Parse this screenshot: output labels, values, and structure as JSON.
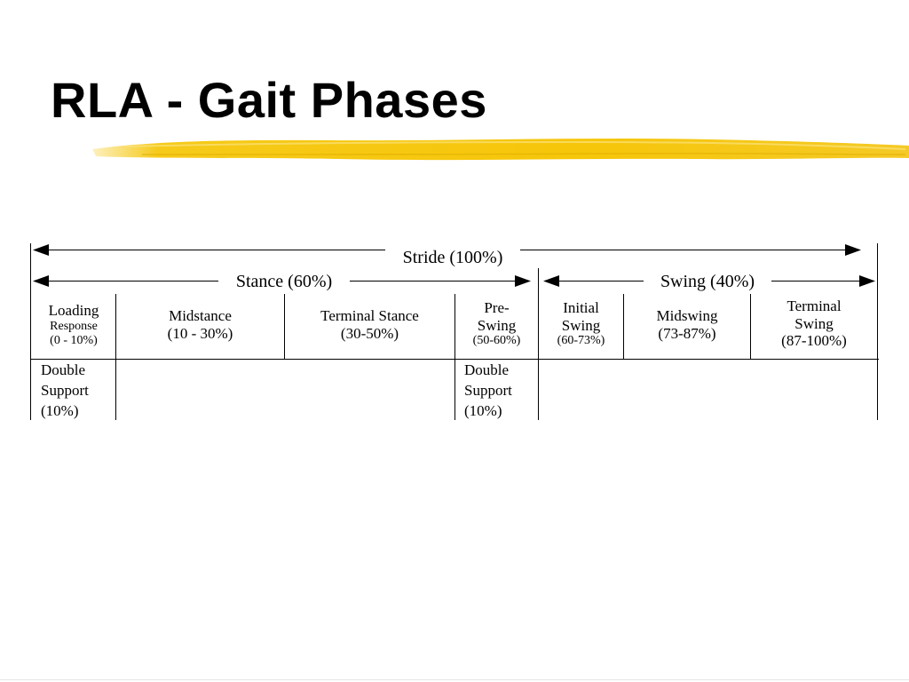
{
  "slide": {
    "title": "RLA - Gait Phases",
    "highlight_color": "#f5c400"
  },
  "diagram": {
    "stride_label": "Stride (100%)",
    "stance_label": "Stance (60%)",
    "swing_label": "Swing (40%)",
    "phases": [
      {
        "name": "Loading",
        "name2": "Response",
        "range": "(0 - 10%)"
      },
      {
        "name": "Midstance",
        "range": "(10 - 30%)"
      },
      {
        "name": "Terminal Stance",
        "range": "(30-50%)"
      },
      {
        "name": "Pre-",
        "name2": "Swing",
        "range": "(50-60%)"
      },
      {
        "name": "Initial",
        "name2": "Swing",
        "range": "(60-73%)"
      },
      {
        "name": "Midswing",
        "range": "(73-87%)"
      },
      {
        "name": "Terminal",
        "name2": "Swing",
        "range": "(87-100%)"
      }
    ],
    "double_support": [
      {
        "line1": "Double",
        "line2": "Support",
        "line3": "(10%)"
      },
      {
        "line1": "Double",
        "line2": "Support",
        "line3": "(10%)"
      }
    ]
  }
}
